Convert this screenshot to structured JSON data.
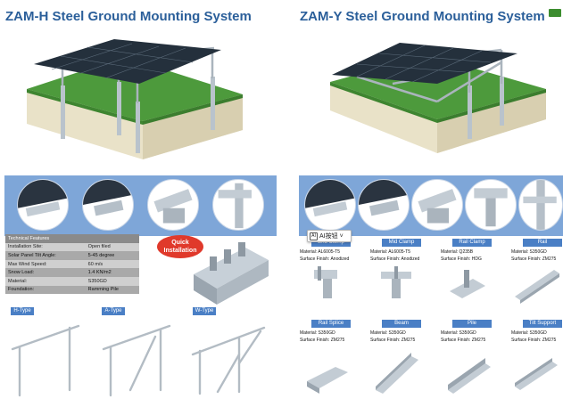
{
  "titles": {
    "left": "ZAM-H Steel Ground Mounting System",
    "right": "ZAM-Y Steel Ground Mounting System"
  },
  "tech_table": {
    "header": "Technical  Features",
    "rows": [
      {
        "label": "Installation Site:",
        "value": "Open filed"
      },
      {
        "label": "Solar Panel Tilt Angle:",
        "value": "5-45 degree"
      },
      {
        "label": "Max Wind Speed:",
        "value": "60 m/s"
      },
      {
        "label": "Snow Load:",
        "value": "1.4 KN/m2"
      },
      {
        "label": "Material:",
        "value": "S350GD"
      },
      {
        "label": "Foundation:",
        "value": "Ramming Pile"
      }
    ]
  },
  "quick_badge": {
    "line1": "Quick",
    "line2": "Installation"
  },
  "types": [
    "H-Type",
    "A-Type",
    "W-Type"
  ],
  "toolbar": {
    "icon": "AI",
    "label": "AI按钮",
    "caret": "˅"
  },
  "parts": [
    {
      "name": "End Clamp",
      "material": "Material:  AL6005-T5",
      "finish": "Surface Finish:  Anodized"
    },
    {
      "name": "Mid Clamp",
      "material": "Material:  AL6005-T5",
      "finish": "Surface Finish:  Anodized"
    },
    {
      "name": "Rail Clamp",
      "material": "Material:  Q235B",
      "finish": "Surface Finish:  HDG"
    },
    {
      "name": "Rail",
      "material": "Material:  S350GD",
      "finish": "Surface Finish:  ZM275"
    },
    {
      "name": "Rail Splice",
      "material": "Material:  S350GD",
      "finish": "Surface Finish:  ZM275"
    },
    {
      "name": "Beam",
      "material": "Material:  S350GD",
      "finish": "Surface Finish:  ZM275"
    },
    {
      "name": "Pile",
      "material": "Material:  S350GD",
      "finish": "Surface Finish:  ZM275"
    },
    {
      "name": "Tilt Support",
      "material": "Material:  S350GD",
      "finish": "Surface Finish:  ZM275"
    }
  ],
  "colors": {
    "title_blue": "#2b5f9a",
    "label_blue": "#4a7fc5",
    "band_blue": "#7ea6d8",
    "badge_red": "#e0392b",
    "grass": "#4d9a3c",
    "soil": "#e9e2c8"
  }
}
